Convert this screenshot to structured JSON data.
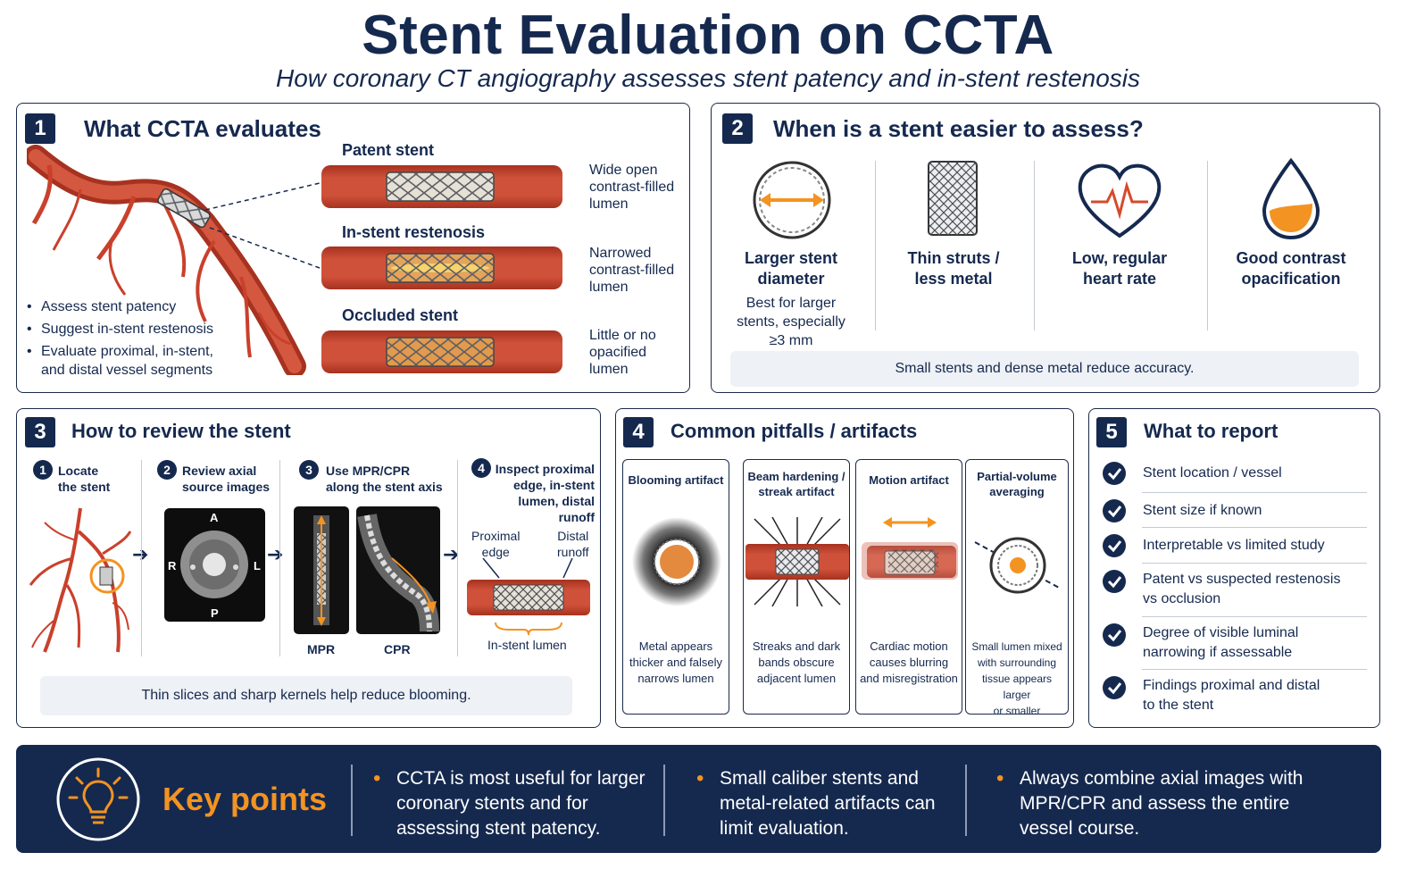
{
  "header": {
    "title": "Stent Evaluation on CCTA",
    "subtitle": "How coronary CT angiography assesses stent patency and in-stent restenosis"
  },
  "panel1": {
    "number": "1",
    "title": "What CCTA evaluates",
    "stents": [
      {
        "name": "Patent stent",
        "desc": [
          "Wide open",
          "contrast-filled",
          "lumen"
        ]
      },
      {
        "name": "In-stent restenosis",
        "desc": [
          "Narrowed",
          "contrast-filled",
          "lumen"
        ]
      },
      {
        "name": "Occluded stent",
        "desc": [
          "Little or no",
          "opacified",
          "lumen"
        ]
      }
    ],
    "bullets": [
      "Assess stent patency",
      "Suggest in-stent restenosis",
      "Evaluate proximal, in-stent,",
      "and distal vessel segments"
    ]
  },
  "panel2": {
    "number": "2",
    "title": "When is a stent easier to assess?",
    "items": [
      {
        "label": [
          "Larger stent",
          "diameter"
        ],
        "sub": [
          "Best for larger",
          "stents, especially",
          "≥3 mm"
        ],
        "icon": "diameter-icon"
      },
      {
        "label": [
          "Thin struts /",
          "less metal"
        ],
        "icon": "stent-mesh-icon"
      },
      {
        "label": [
          "Low, regular",
          "heart rate"
        ],
        "icon": "heart-rate-icon"
      },
      {
        "label": [
          "Good contrast",
          "opacification"
        ],
        "icon": "contrast-drop-icon"
      }
    ],
    "note": "Small stents and dense metal reduce accuracy."
  },
  "panel3": {
    "number": "3",
    "title": "How to review the stent",
    "steps": [
      {
        "n": "1",
        "text": [
          "Locate",
          "the stent"
        ]
      },
      {
        "n": "2",
        "text": [
          "Review axial",
          "source images"
        ]
      },
      {
        "n": "3",
        "text": [
          "Use MPR/CPR",
          "along the stent axis"
        ]
      },
      {
        "n": "4",
        "text": [
          "Inspect proximal",
          "edge, in-stent",
          "lumen, distal runoff"
        ]
      }
    ],
    "axial_labels": {
      "a": "A",
      "r": "R",
      "l": "L",
      "p": "P"
    },
    "mpr_label": "MPR",
    "cpr_label": "CPR",
    "proximal": [
      "Proximal",
      "edge"
    ],
    "distal": [
      "Distal",
      "runoff"
    ],
    "instent": "In-stent lumen",
    "note": "Thin slices and sharp kernels help reduce blooming."
  },
  "panel4": {
    "number": "4",
    "title": "Common pitfalls / artifacts",
    "items": [
      {
        "title": [
          "Blooming artifact"
        ],
        "desc": [
          "Metal appears",
          "thicker and falsely",
          "narrows lumen"
        ]
      },
      {
        "title": [
          "Beam hardening /",
          "streak artifact"
        ],
        "desc": [
          "Streaks and dark",
          "bands obscure",
          "adjacent lumen"
        ]
      },
      {
        "title": [
          "Motion artifact"
        ],
        "desc": [
          "Cardiac motion",
          "causes blurring",
          "and misregistration"
        ]
      },
      {
        "title": [
          "Partial-volume",
          "averaging"
        ],
        "desc": [
          "Small lumen mixed",
          "with surrounding",
          "tissue appears larger",
          "or smaller"
        ]
      }
    ]
  },
  "panel5": {
    "number": "5",
    "title": "What to report",
    "items": [
      [
        "Stent location / vessel"
      ],
      [
        "Stent size if known"
      ],
      [
        "Interpretable vs limited study"
      ],
      [
        "Patent vs suspected restenosis",
        "vs occlusion"
      ],
      [
        "Degree of visible luminal",
        "narrowing if assessable"
      ],
      [
        "Findings proximal and distal",
        "to the stent"
      ]
    ]
  },
  "keypoints": {
    "title": "Key points",
    "points": [
      [
        "CCTA is most useful for larger",
        "coronary stents and for",
        "assessing stent patency."
      ],
      [
        "Small caliber stents and",
        "metal-related artifacts can",
        "limit evaluation."
      ],
      [
        "Always combine axial images with",
        "MPR/CPR and assess the entire",
        "vessel course."
      ]
    ]
  },
  "colors": {
    "navy": "#15294f",
    "orange": "#f39322",
    "vessel": "#c9402b",
    "vessel_dark": "#8e2a1c",
    "lumen": "#f2b544",
    "note_bg": "#eef1f5"
  }
}
